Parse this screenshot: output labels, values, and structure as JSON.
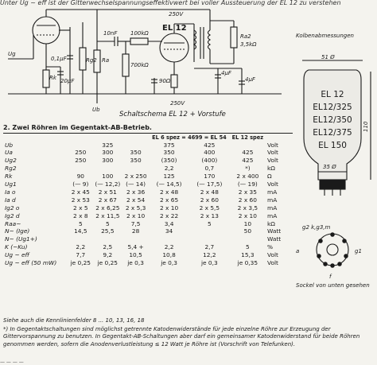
{
  "page": {
    "top_text": "Unter Ug ~ eff ist der Gitterwechselspannungseffektivwert bei voller Aussteuerung der EL 12 zu verstehen",
    "bottom_text": "— — — —"
  },
  "schematic": {
    "caption": "Schaltschema EL 12 + Vorstufe",
    "labels": {
      "ug": "Ug",
      "ug2": "Ug",
      "c1": "0,1µF",
      "rg2": "Rg2",
      "ra": "Ra",
      "rk": "Rk",
      "c20": "20µF",
      "c10n": "10nF",
      "r100k": "100kΩ",
      "r700k": "700kΩ",
      "el12": "EL 12",
      "v250a": "250V",
      "v250b": "250V",
      "c4a": "4µF",
      "c4b": "4µF",
      "ra2": "Ra2",
      "r35k": "3,5kΩ",
      "r90": "90Ω",
      "ub": "Ub"
    }
  },
  "tube": {
    "title": "Kolbenabmessungen",
    "lines": [
      "EL 12",
      "EL12/325",
      "EL12/350",
      "EL12/375",
      "EL 150"
    ],
    "dim_diameter": "51 Ø",
    "dim_height": "110",
    "dim_base": "35 Ø",
    "pins": "g2   k,g3,m",
    "pin_a": "a",
    "pin_g1": "g1",
    "pin_f": "f",
    "caption": "Sockel von unten gesehen"
  },
  "section": {
    "title": "2. Zwei Röhren im Gegentakt-AB-Betrieb."
  },
  "table": {
    "headers": [
      "",
      "",
      "",
      "",
      "EL 6 spez = 4699 = EL 54",
      "",
      "EL 12 spez",
      ""
    ],
    "rows": [
      [
        "Ub",
        "",
        "325",
        "",
        "375",
        "425",
        "",
        "Volt"
      ],
      [
        "Ua",
        "250",
        "300",
        "350",
        "350",
        "400",
        "425",
        "Volt"
      ],
      [
        "Ug2",
        "250",
        "300",
        "350",
        "(350)",
        "(400)",
        "425",
        "Volt"
      ],
      [
        "Rg2",
        "",
        "",
        "",
        "2,2",
        "0,7",
        "*)",
        "kΩ"
      ],
      [
        "Rk",
        "90",
        "100",
        "2 x 250",
        "125",
        "170",
        "2 x 400",
        "Ω"
      ],
      [
        "Ug1",
        "(— 9)",
        "(— 12,2)",
        "(— 14)",
        "(— 14,5)",
        "(— 17,5)",
        "(— 19)",
        "Volt"
      ],
      [
        "Ia o",
        "2 x 45",
        "2 x 51",
        "2 x 36",
        "2 x 48",
        "2 x 48",
        "2 x 35",
        "mA"
      ],
      [
        "Ia d",
        "2 x 53",
        "2 x 67",
        "2 x 54",
        "2 x 65",
        "2 x 60",
        "2 x 60",
        "mA"
      ],
      [
        "Ig2 o",
        "2 x 5",
        "2 x 6,25",
        "2 x 5,3",
        "2 x 10",
        "2 x 5,5",
        "2 x 3,5",
        "mA"
      ],
      [
        "Ig2 d",
        "2 x 8",
        "2 x 11,5",
        "2 x 10",
        "2 x 22",
        "2 x 13",
        "2 x 10",
        "mA"
      ],
      [
        "Raa~",
        "5",
        "5",
        "7,5",
        "3,4",
        "5",
        "10",
        "kΩ"
      ],
      [
        "N~ (Ige)",
        "14,5",
        "25,5",
        "28",
        "34",
        "",
        "50",
        "Watt"
      ],
      [
        "N~ (Ug1+)",
        "",
        "",
        "",
        "",
        "",
        "",
        "Watt"
      ],
      [
        "K (~Ku)",
        "2,2",
        "2,5",
        "5,4 +",
        "2,2",
        "2,7",
        "5",
        "%"
      ],
      [
        "Ug ~ eff",
        "7,7",
        "9,2",
        "10,5",
        "10,8",
        "12,2",
        "15,3",
        "Volt"
      ],
      [
        "Ug ~ eff (50 mW)",
        "je 0,25",
        "je 0,25",
        "je 0,3",
        "je 0,3",
        "je 0,3",
        "je 0,35",
        "Volt"
      ]
    ]
  },
  "notes": {
    "ref": "Siehe auch die Kennlinienfelder 8 ... 10, 13, 16, 18",
    "footnote": "*) In Gegentaktschaltungen sind möglichst getrennte Katodenwiderstände für jede einzelne Röhre zur Erzeugung der Gittervorspannung zu benutzen. In Gegentakt-AB-Schaltungen aber darf ein gemeinsamer Katodenwiderstand für beide Röhren genommen werden, sofern die Anodenverlustleistung ≤ 12 Watt je Röhre ist (Vorschrift von Telefunken)."
  }
}
